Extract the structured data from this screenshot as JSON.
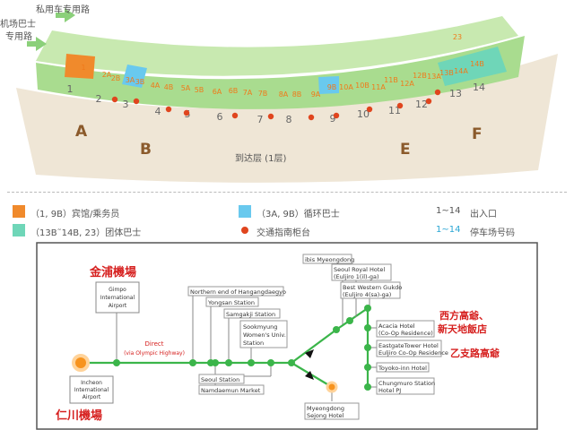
{
  "terminal": {
    "lane_private": "私用车专用路",
    "lane_bus_1": "机场巴士",
    "lane_bus_2": "专用路",
    "zone_numbers": [
      "1",
      "2A",
      "2B",
      "3A",
      "3B",
      "4A",
      "4B",
      "5A",
      "5B",
      "6A",
      "6B",
      "7A",
      "7B",
      "8A",
      "8B",
      "9A",
      "9B",
      "10A",
      "10B",
      "11A",
      "11B",
      "12A",
      "12B",
      "13A",
      "13B",
      "14A",
      "14B",
      "23"
    ],
    "gate_numbers": [
      "1",
      "2",
      "3",
      "4",
      "5",
      "6",
      "7",
      "8",
      "9",
      "10",
      "11",
      "12",
      "13",
      "14"
    ],
    "area_letters": [
      "A",
      "B",
      "E",
      "F"
    ],
    "arrival_floor": "到达层 (1层)"
  },
  "legend": {
    "orange_label": "（1, 9B）宾馆/乘务员",
    "blue_label": "（3A, 9B）循环巴士",
    "green_label": "（13B˜14B, 23）团体巴士",
    "dot_label": "交通指南柜台",
    "gates_range": "1~14",
    "gates_label": "出入口",
    "parking_range": "1~14",
    "parking_label": "停车场号码",
    "colors": {
      "orange": "#f08a2c",
      "blue": "#69c9ee",
      "green": "#6fd6b8",
      "dot": "#e0451e",
      "road": "#9fd88a",
      "floor": "#efe6d6"
    }
  },
  "route": {
    "gimpo_cn": "金浦機場",
    "gimpo_en_1": "Gimpo",
    "gimpo_en_2": "International",
    "gimpo_en_3": "Airport",
    "incheon_en_1": "Incheon",
    "incheon_en_2": "International",
    "incheon_en_3": "Airport",
    "incheon_cn": "仁川機場",
    "direct_1": "Direct",
    "direct_2": "(via Olympic Highway)",
    "stops": {
      "hangang": "Northern end of Hangangdaegyo",
      "yongsan": "Yongsan Station",
      "samgakji": "Samgakji Station",
      "sookmyung_1": "Sookmyung",
      "sookmyung_2": "Women's Univ.",
      "sookmyung_3": "Station",
      "seoul_station": "Seoul Station",
      "namdaemun": "Namdaemun Market",
      "ibis": "ibis Myeongdong",
      "royal_1": "Seoul Royal Hotel",
      "royal_2": "(Euljiro 1(il)-ga)",
      "bestwestern_1": "Best Western Gukdo",
      "bestwestern_2": "(Euljiro 4(sa)-ga)",
      "acacia_1": "Acacia Hotel",
      "acacia_2": "(Co-Op Residence)",
      "eastgate_1": "EastgateTower Hotel",
      "eastgate_2": "Euljiro Co-Op Residence",
      "toyoko": "Toyoko-inn Hotel",
      "chungmuro_1": "Chungmuro Station",
      "chungmuro_2": "Hotel PJ",
      "sejong_1": "Myeongdong",
      "sejong_2": "Sejong Hotel"
    },
    "note_westgate_1": "西方高爺、",
    "note_westgate_2": "新天地飯店",
    "note_euljiro": "乙支路高爺"
  }
}
